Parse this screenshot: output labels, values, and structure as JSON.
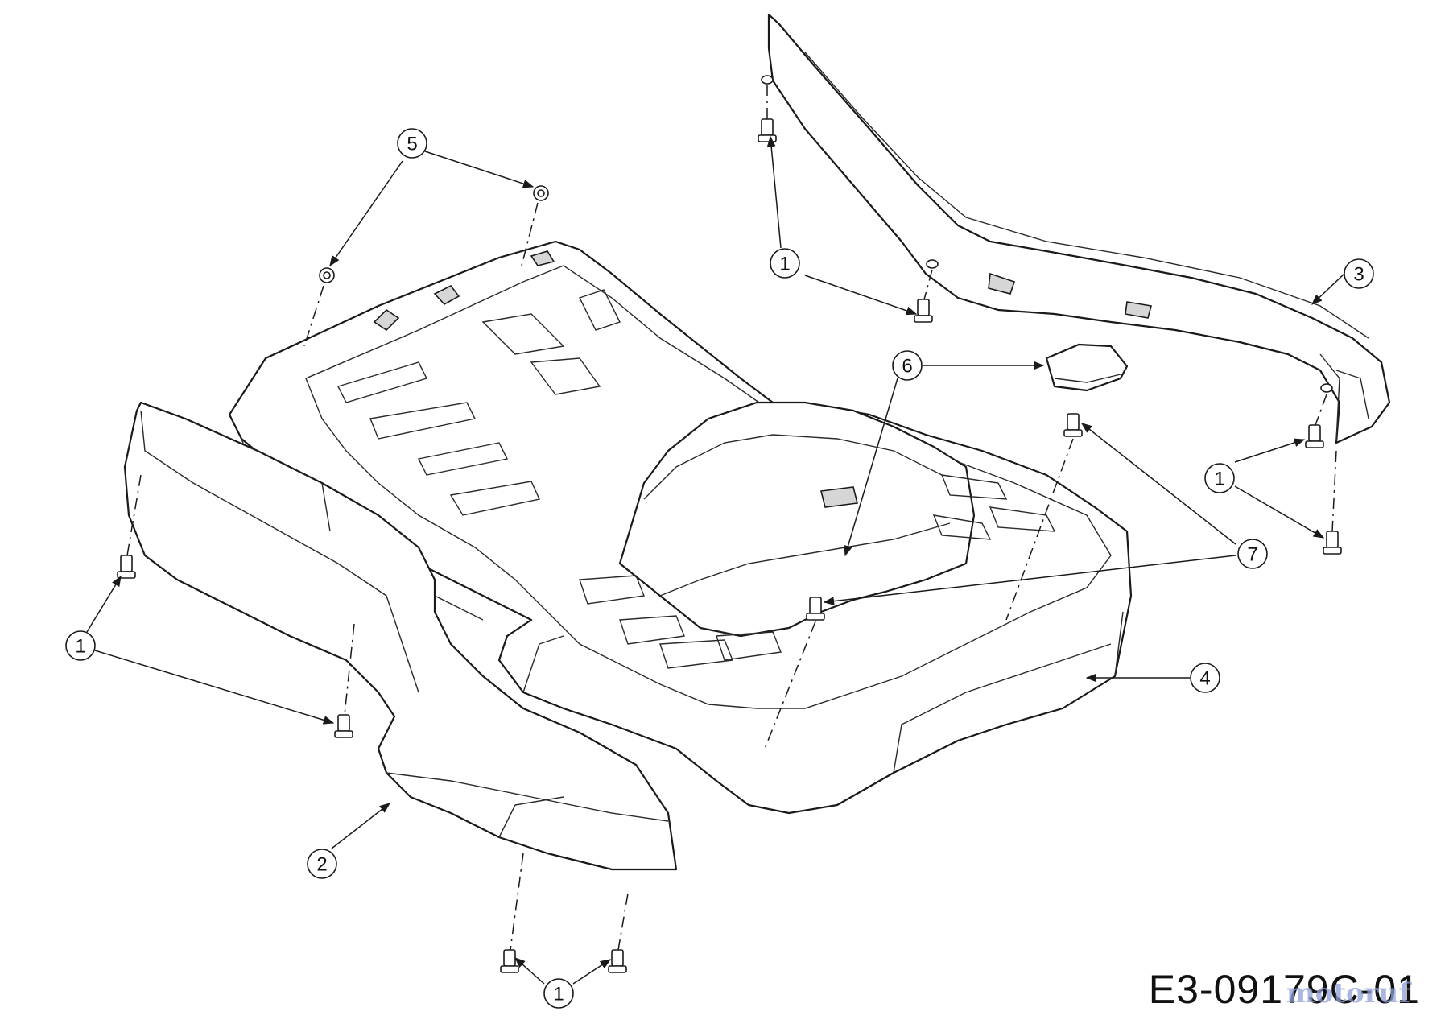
{
  "diagram_code": "E3-09179C-01",
  "watermark": "motoruf",
  "callouts": [
    {
      "id": "c5",
      "label": "5"
    },
    {
      "id": "c1a",
      "label": "1"
    },
    {
      "id": "c3",
      "label": "3"
    },
    {
      "id": "c6",
      "label": "6"
    },
    {
      "id": "c1b",
      "label": "1"
    },
    {
      "id": "c7",
      "label": "7"
    },
    {
      "id": "c1c",
      "label": "1"
    },
    {
      "id": "c4",
      "label": "4"
    },
    {
      "id": "c2",
      "label": "2"
    },
    {
      "id": "c1d",
      "label": "1"
    }
  ]
}
